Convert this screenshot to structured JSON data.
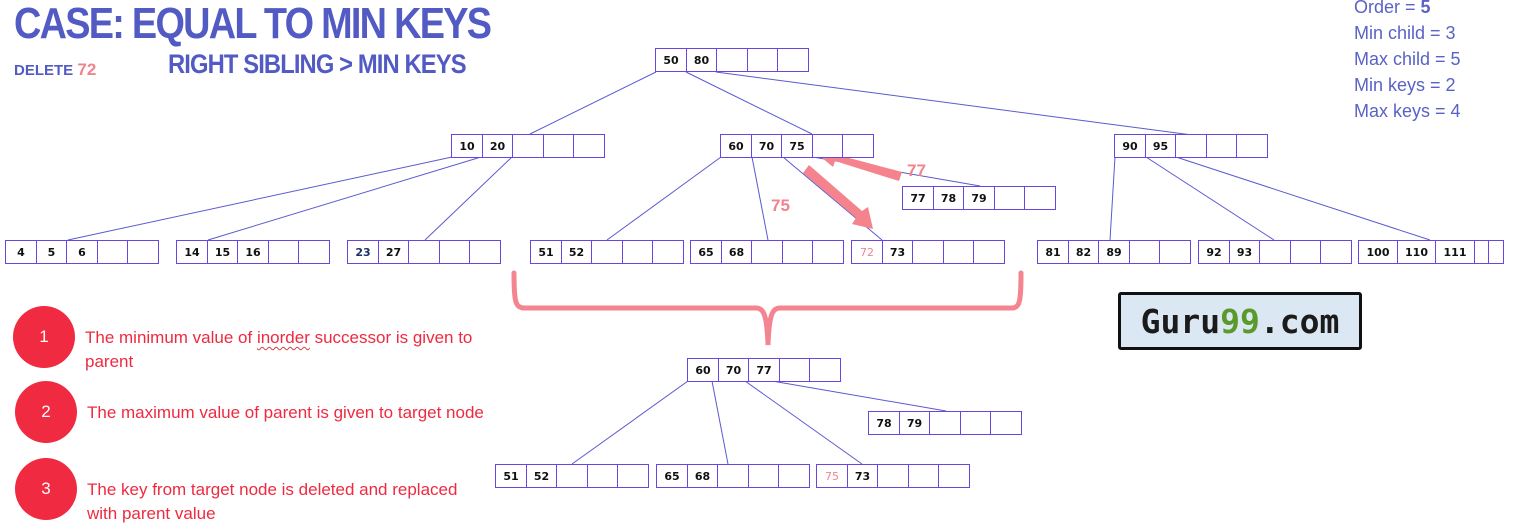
{
  "header": {
    "title": "CASE: EQUAL TO MIN KEYS",
    "subtitle": "RIGHT SIBLING > MIN KEYS",
    "delete_prefix": "DELETE",
    "delete_value": "72"
  },
  "params": {
    "order_label": "Order = ",
    "order_value": "5",
    "min_child": "Min child = 3",
    "max_child": "Max child = 5",
    "min_keys": "Min keys = 2",
    "max_keys": "Max keys = 4"
  },
  "tree_before": {
    "root": [
      "50",
      "80",
      "",
      "",
      ""
    ],
    "level1": [
      [
        "10",
        "20",
        "",
        "",
        ""
      ],
      [
        "60",
        "70",
        "75",
        "",
        ""
      ],
      [
        "90",
        "95",
        "",
        "",
        ""
      ]
    ],
    "successor_node": [
      "77",
      "78",
      "79",
      "",
      ""
    ],
    "leaves": [
      [
        "4",
        "5",
        "6",
        "",
        ""
      ],
      [
        "14",
        "15",
        "16",
        "",
        ""
      ],
      [
        "23",
        "27",
        "",
        "",
        ""
      ],
      [
        "51",
        "52",
        "",
        "",
        ""
      ],
      [
        "65",
        "68",
        "",
        "",
        ""
      ],
      [
        "72",
        "73",
        "",
        "",
        ""
      ],
      [
        "81",
        "82",
        "89",
        "",
        ""
      ],
      [
        "92",
        "93",
        "",
        "",
        ""
      ],
      [
        "100",
        "110",
        "111",
        "",
        ""
      ]
    ]
  },
  "tree_after": {
    "parent": [
      "60",
      "70",
      "77",
      "",
      ""
    ],
    "right_child": [
      "78",
      "79",
      "",
      "",
      ""
    ],
    "leaves": [
      [
        "51",
        "52",
        "",
        "",
        ""
      ],
      [
        "65",
        "68",
        "",
        "",
        ""
      ],
      [
        "75",
        "73",
        "",
        "",
        ""
      ]
    ]
  },
  "arrow_labels": {
    "up": "77",
    "down": "75"
  },
  "steps": [
    {
      "number": "1",
      "text_before": "The minimum value of ",
      "text_squiggle": "inorder",
      "text_after": " successor is given to",
      "text_line2": "parent"
    },
    {
      "number": "2",
      "text": "The maximum value of parent is given to target node"
    },
    {
      "number": "3",
      "text_line1": "The key from target node is deleted and replaced",
      "text_line2": "with parent value"
    }
  ],
  "logo": {
    "prefix": "Guru",
    "highlight": "99",
    "suffix": ".com"
  },
  "colors": {
    "accent": "#525ac3",
    "node_border": "#6a45e0",
    "line": "#5a5ad0",
    "highlight": "#f0848e",
    "step_red": "#f02a40"
  }
}
